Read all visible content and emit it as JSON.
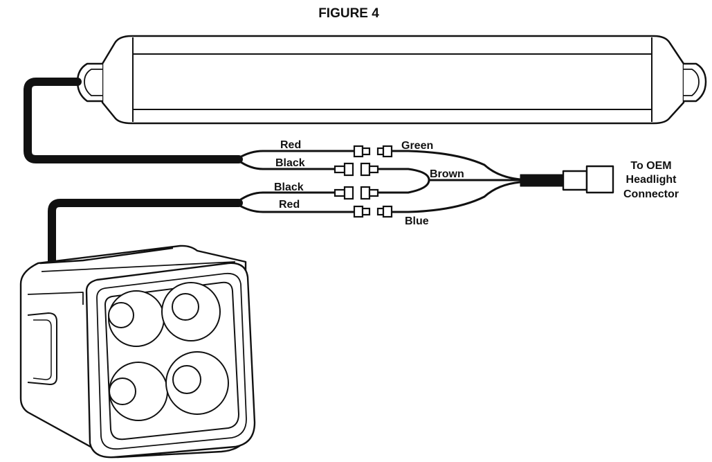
{
  "figure": {
    "title": "FIGURE 4"
  },
  "wires": {
    "top_red": "Red",
    "top_black": "Black",
    "bottom_black": "Black",
    "bottom_red": "Red",
    "green": "Green",
    "brown": "Brown",
    "blue": "Blue"
  },
  "oem": {
    "line1": "To OEM",
    "line2": "Headlight",
    "line3": "Connector"
  },
  "colors": {
    "ink": "#111111",
    "background": "#ffffff"
  }
}
